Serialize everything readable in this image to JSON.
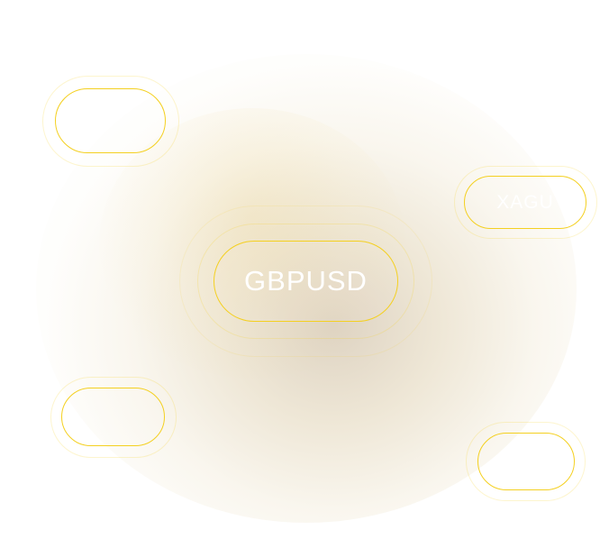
{
  "nodes": [
    {
      "id": "top-left",
      "label": ""
    },
    {
      "id": "right",
      "label": "XAGU"
    },
    {
      "id": "center",
      "label": "GBPUSD"
    },
    {
      "id": "bottom-left",
      "label": ""
    },
    {
      "id": "bottom-right",
      "label": ""
    }
  ],
  "colors": {
    "accent": "#f4d021",
    "label": "#ffffff",
    "glow": "#b0966e",
    "background": "#ffffff"
  }
}
